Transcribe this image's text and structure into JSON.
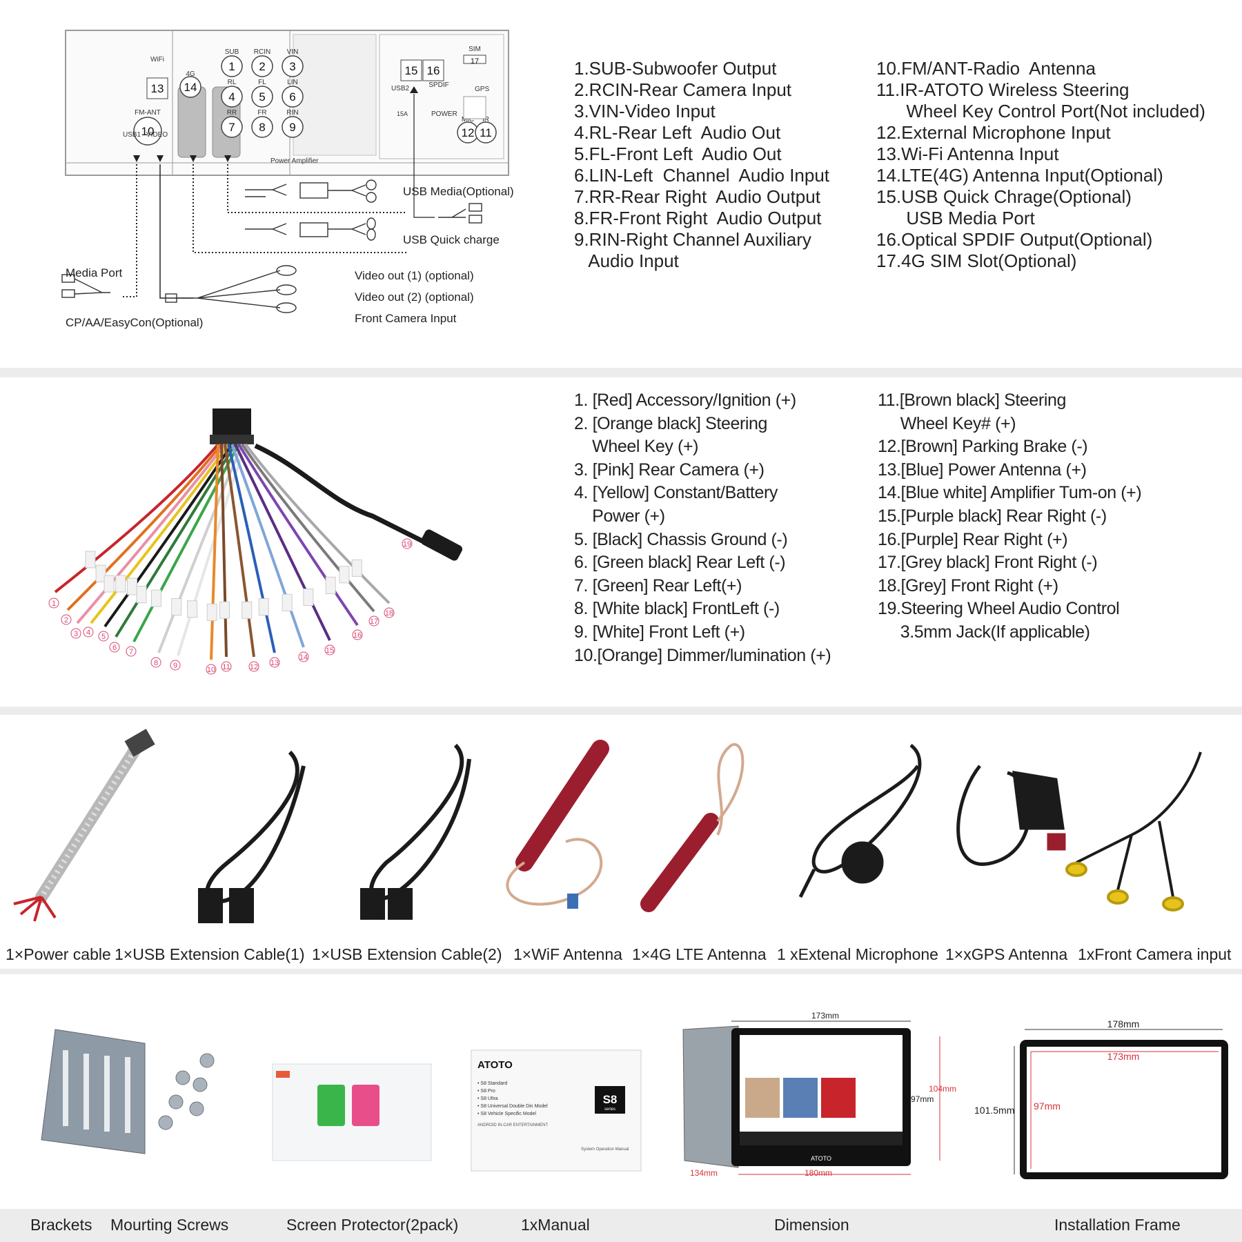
{
  "connector_panel": {
    "ports": [
      {
        "id": "13",
        "label": "WiFi"
      },
      {
        "id": "14",
        "label": "4G"
      },
      {
        "id": "10",
        "label": "FM-ANT"
      },
      {
        "id": "1",
        "label": "SUB"
      },
      {
        "id": "2",
        "label": "RCIN"
      },
      {
        "id": "3",
        "label": "VIN"
      },
      {
        "id": "4",
        "label": "RL"
      },
      {
        "id": "5",
        "label": "FL"
      },
      {
        "id": "6",
        "label": "LIN"
      },
      {
        "id": "7",
        "label": "RR"
      },
      {
        "id": "8",
        "label": "FR"
      },
      {
        "id": "9",
        "label": "RIN"
      },
      {
        "id": "15",
        "label": "USB2"
      },
      {
        "id": "16",
        "label": "SPDIF"
      },
      {
        "id": "17",
        "label": "SIM"
      },
      {
        "id": "12",
        "label": "MIC"
      },
      {
        "id": "11",
        "label": "IR"
      }
    ],
    "extra_labels": {
      "usb1": "USB1",
      "video": "VIDEO",
      "gps": "GPS",
      "power": "POWER",
      "fifteen_a": "15A"
    },
    "callouts": {
      "power_amplifier": "Power Amplifier",
      "usb_media": "USB Media(Optional)",
      "usb_quick": "USB Quick charge",
      "media_port": "Media Port",
      "cp_aa": "CP/AA/EasyCon(Optional)",
      "video_out_1": "Video out (1) (optional)",
      "video_out_2": "Video out (2) (optional)",
      "front_camera": "Front Camera Input"
    }
  },
  "port_legend": {
    "left": [
      "1.SUB-Subwoofer Output",
      "2.RCIN-Rear Camera Input",
      "3.VIN-Video Input",
      "4.RL-Rear Left  Audio Out",
      "5.FL-Front Left  Audio Out",
      "6.LIN-Left  Channel  Audio Input",
      "7.RR-Rear Right  Audio Output",
      "8.FR-Front Right  Audio Output",
      "9.RIN-Right Channel Auxiliary",
      "   Audio Input"
    ],
    "right": [
      "10.FM/ANT-Radio  Antenna",
      "11.IR-ATOTO Wireless Steering",
      "      Wheel Key Control Port(Not included)",
      "12.External Microphone Input",
      "13.Wi-Fi Antenna Input",
      "14.LTE(4G) Antenna Input(Optional)",
      "15.USB Quick Chrage(Optional)",
      "      USB Media Port",
      "16.Optical SPDIF Output(Optional)",
      "17.4G SIM Slot(Optional)"
    ]
  },
  "wire_legend": {
    "left": [
      "1. [Red] Accessory/Ignition (+)",
      "2. [Orange black] Steering",
      "    Wheel Key (+)",
      "3. [Pink] Rear Camera (+)",
      "4. [Yellow] Constant/Battery",
      "    Power (+)",
      "5. [Black] Chassis Ground (-)",
      "6. [Green black] Rear Left (-)",
      "7. [Green] Rear Left(+)",
      "8. [White black] FrontLeft (-)",
      "9. [White] Front Left (+)",
      "10.[Orange] Dimmer/lumination (+)"
    ],
    "right": [
      "11.[Brown black] Steering",
      "     Wheel Key# (+)",
      "12.[Brown] Parking Brake (-)",
      "13.[Blue] Power Antenna (+)",
      "14.[Blue white] Amplifier Tum-on (+)",
      "15.[Purple black] Rear Right (-)",
      "16.[Purple] Rear Right (+)",
      "17.[Grey black] Front Right (-)",
      "18.[Grey] Front Right (+)",
      "19.Steering Wheel Audio Control",
      "     3.5mm Jack(If applicable)"
    ],
    "harness_numbers": [
      "1",
      "2",
      "3",
      "4",
      "5",
      "6",
      "7",
      "8",
      "9",
      "10",
      "11",
      "12",
      "13",
      "14",
      "15",
      "16",
      "17",
      "18",
      "19"
    ],
    "wire_colors": [
      "#c8242b",
      "#e0701f",
      "#e98fa8",
      "#e8c31a",
      "#1a1a1a",
      "#2f7a3a",
      "#3aa64a",
      "#cfcfcf",
      "#e6e6e6",
      "#e8892a",
      "#7a4a2a",
      "#8a5530",
      "#2b5fb8",
      "#7fa6d8",
      "#5a2e82",
      "#7d45b0",
      "#7a7a7a",
      "#a8a8a8"
    ]
  },
  "accessories": {
    "items": [
      "1×Power cable",
      "1×USB Extension Cable(1)",
      "1×USB Extension Cable(2)",
      "1×WiF Antenna",
      "1×4G LTE Antenna",
      "1 xExtenal Microphone",
      "1×xGPS Antenna",
      "1xFront Camera input"
    ]
  },
  "bottom": {
    "items": [
      "Brackets",
      "Mourting Screws",
      "Screen Protector(2pack)",
      "1xManual",
      "Dimension",
      "Installation Frame"
    ],
    "manual": {
      "brand": "ATOTO",
      "models": [
        "S8 Standard",
        "S8 Pro",
        "S8 Ultra",
        "S8 Universal Double Din Model",
        "S8 Vehicle Specific Model"
      ],
      "tagline": "ANDROID IN-CAR ENTERTAINMENT",
      "badge": "S8",
      "badge_sub": "series",
      "footer": "System Operation Manual"
    },
    "dimension": {
      "top": "173mm",
      "height_outer": "104mm",
      "height_inner": "97mm",
      "width": "180mm",
      "depth": "134mm",
      "screen_brand": "ATOTO"
    },
    "frame": {
      "outer_w": "178mm",
      "inner_w": "173mm",
      "outer_h": "101.5mm",
      "inner_h": "97mm"
    },
    "accent": "#d6333a"
  }
}
